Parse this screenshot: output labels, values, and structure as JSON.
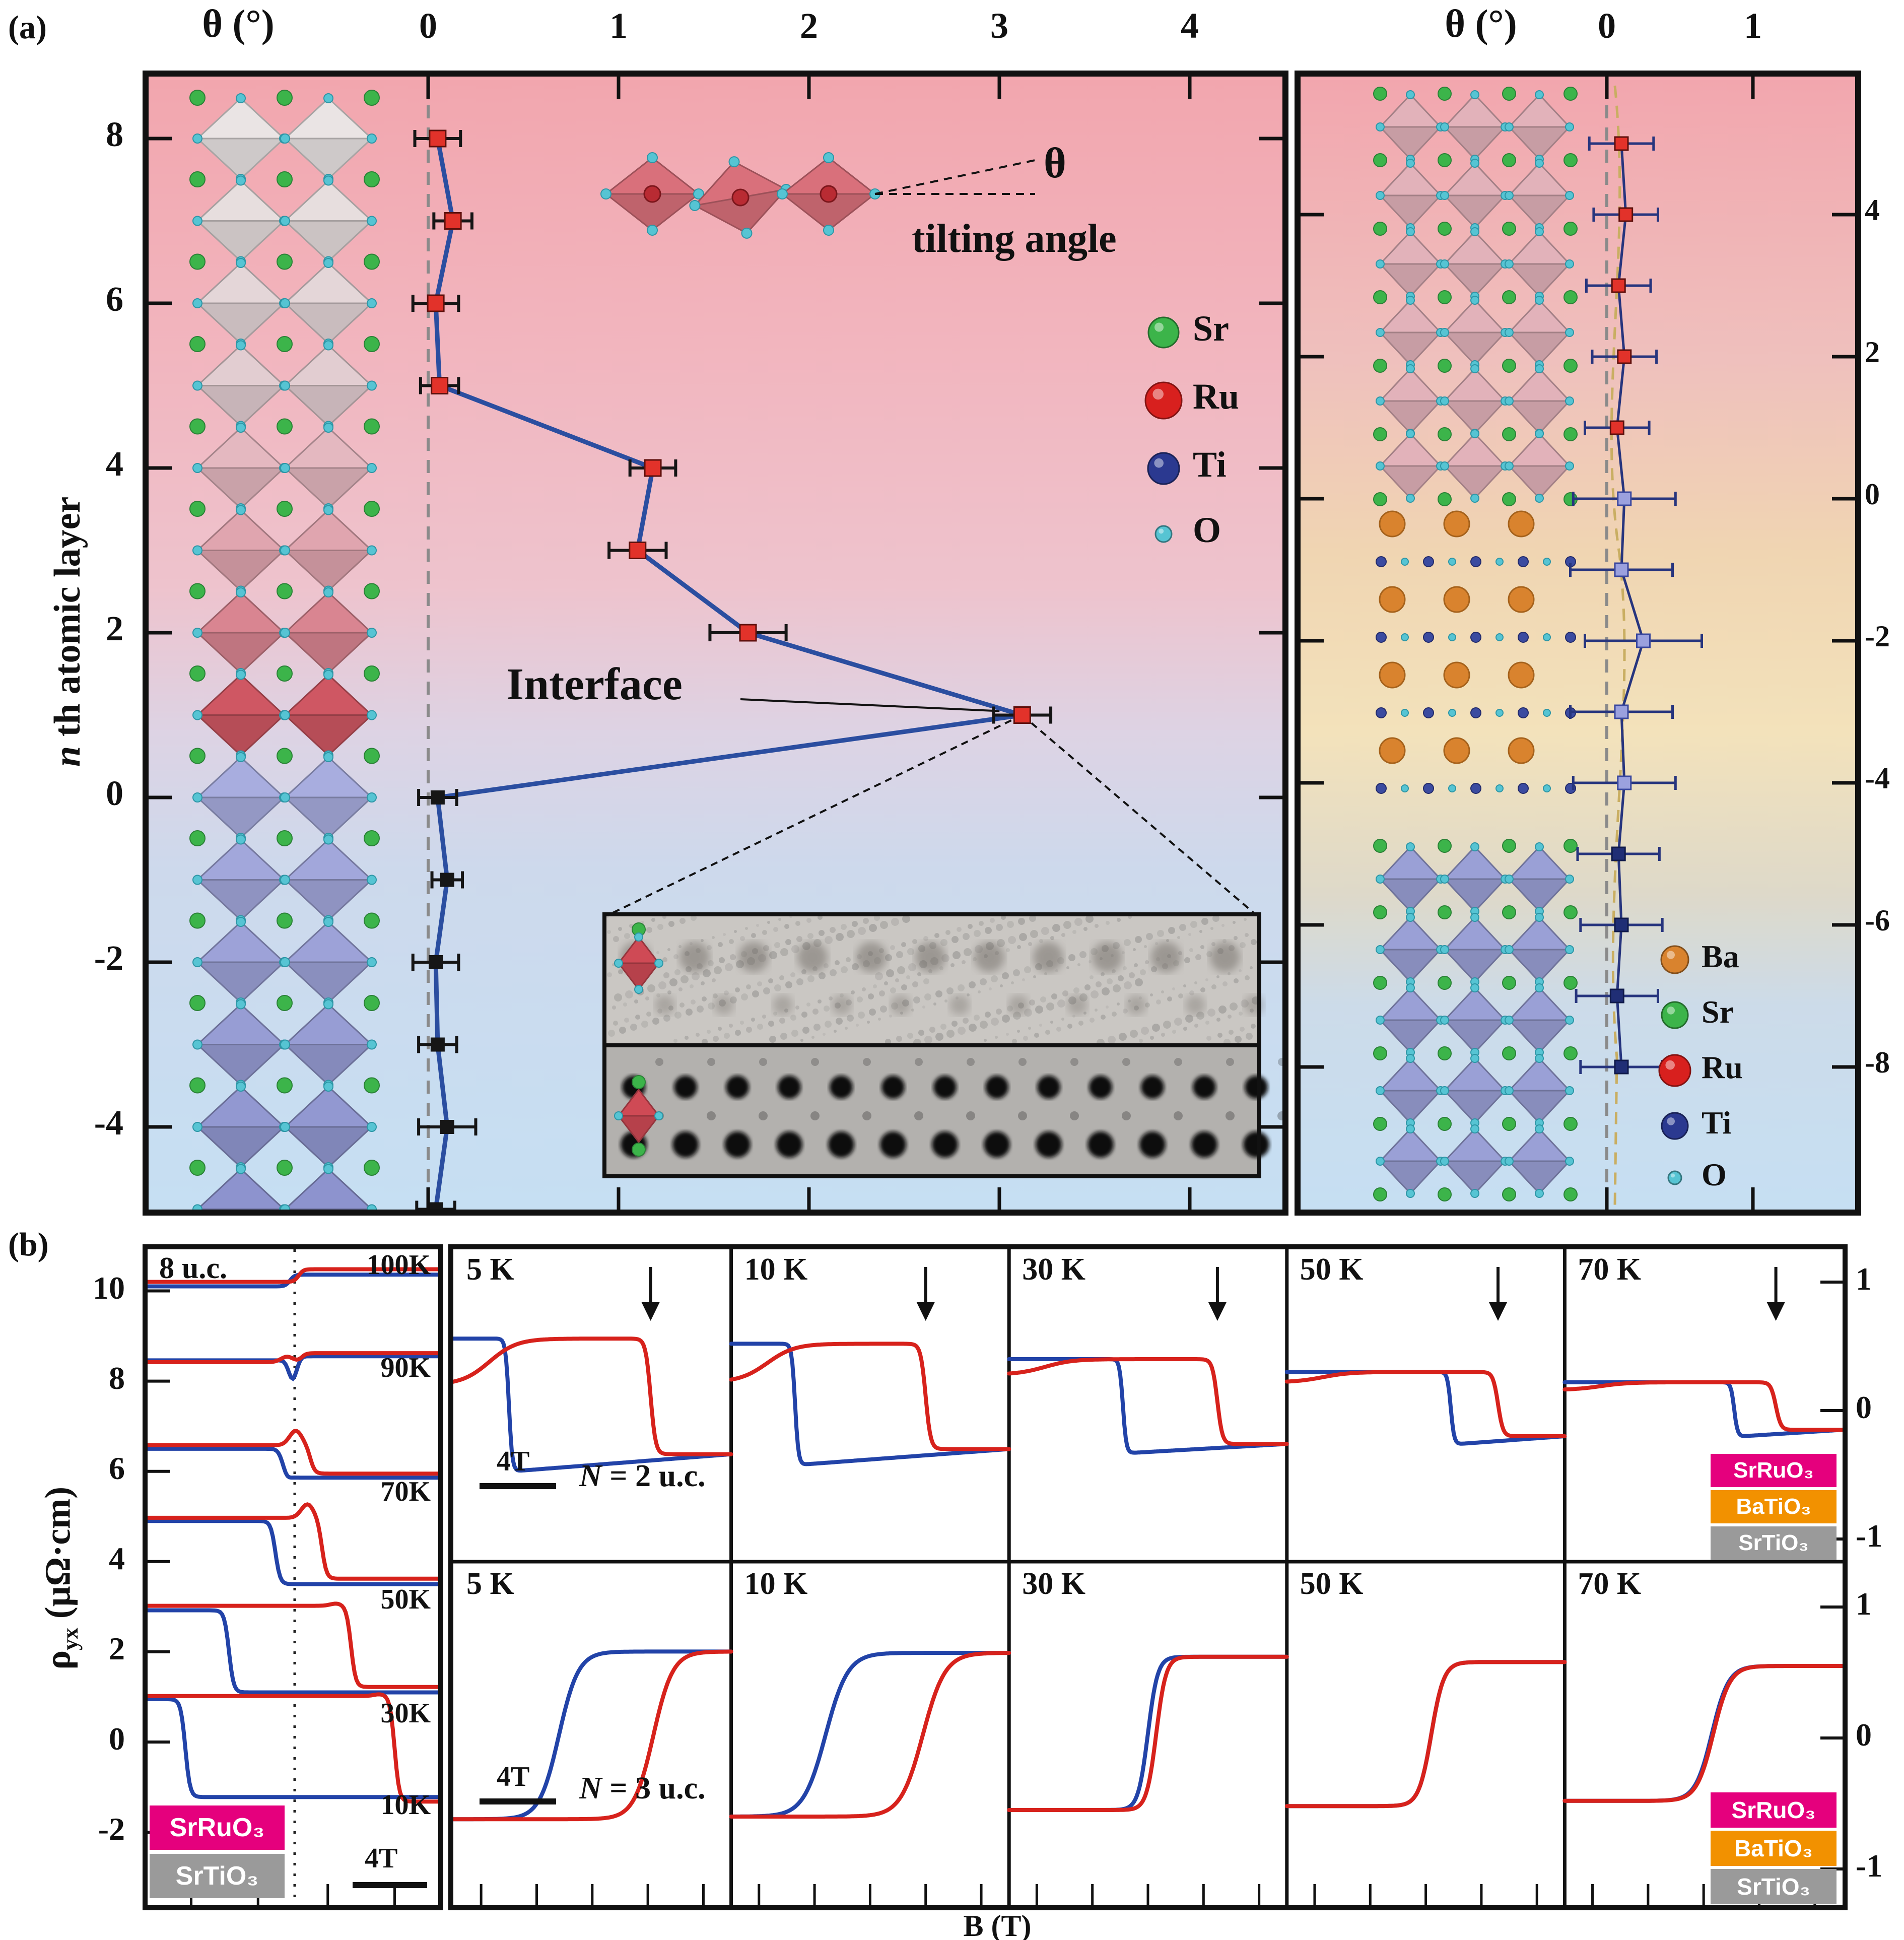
{
  "panel_a": {
    "label": "(a)",
    "xlabel_left": "θ (°)",
    "xlabel_right": "θ (°)",
    "ylabel": {
      "italic": "n",
      "rest": " th atomic layer"
    },
    "interface": "Interface",
    "tilt_theta": "θ",
    "tilt_caption": "tilting angle",
    "legend_left": [
      {
        "name": "Sr",
        "color": "#3cb44a"
      },
      {
        "name": "Ru",
        "color": "#d8201e"
      },
      {
        "name": "Ti",
        "color": "#2b3990"
      },
      {
        "name": "O",
        "color": "#56c4d3"
      }
    ],
    "legend_right": [
      {
        "name": "Ba",
        "color": "#d9832e"
      },
      {
        "name": "Sr",
        "color": "#3cb44a"
      },
      {
        "name": "Ru",
        "color": "#d8201e"
      },
      {
        "name": "Ti",
        "color": "#2b3990"
      },
      {
        "name": "O",
        "color": "#56c4d3"
      }
    ]
  },
  "panel_b": {
    "label": "(b)",
    "sample8": "8 u.c.",
    "ylabel": {
      "rho": "ρ",
      "sub": "yx",
      "unit": " (μΩ·cm)"
    },
    "xlabel": "B (T)",
    "scalebar": "4T",
    "n2": {
      "italic": "N",
      "rest": " = 2 u.c."
    },
    "n3": {
      "italic": "N",
      "rest": " = 3 u.c."
    },
    "temps_8uc": [
      "100K",
      "90K",
      "70K",
      "50K",
      "30K",
      "10K"
    ],
    "temps_row": [
      "5 K",
      "10 K",
      "30 K",
      "50 K",
      "70 K"
    ],
    "legend_left": [
      {
        "name": "SrRuO₃",
        "color": "#e5007d"
      },
      {
        "name": "SrTiO₃",
        "color": "#9a9a9a"
      }
    ],
    "legend_stack": [
      {
        "name": "SrRuO₃",
        "color": "#e5007d"
      },
      {
        "name": "BaTiO₃",
        "color": "#f29100"
      },
      {
        "name": "SrTiO₃",
        "color": "#9a9a9a"
      }
    ]
  },
  "chart_data": [
    {
      "id": "tilt_profile_SrRuO3_SrTiO3",
      "type": "line",
      "xlabel": "θ (°)",
      "ylabel": "n th atomic layer",
      "x_ticks": [
        0,
        1,
        2,
        3,
        4
      ],
      "y_ticks": [
        8,
        6,
        4,
        2,
        0,
        -2,
        -4
      ],
      "annotations": [
        "Interface",
        "θ tilting angle"
      ],
      "series": [
        {
          "name": "SrRuO3 layers",
          "marker": "red-square",
          "points": [
            {
              "n": 8,
              "theta": 0.05,
              "err": 0.12
            },
            {
              "n": 7,
              "theta": 0.13,
              "err": 0.1
            },
            {
              "n": 6,
              "theta": 0.04,
              "err": 0.12
            },
            {
              "n": 5,
              "theta": 0.06,
              "err": 0.1
            },
            {
              "n": 4,
              "theta": 1.18,
              "err": 0.12
            },
            {
              "n": 3,
              "theta": 1.1,
              "err": 0.15
            },
            {
              "n": 2,
              "theta": 1.68,
              "err": 0.2
            },
            {
              "n": 1,
              "theta": 3.12,
              "err": 0.15
            }
          ]
        },
        {
          "name": "SrTiO3 layers",
          "marker": "black-square",
          "points": [
            {
              "n": 0,
              "theta": 0.05,
              "err": 0.1
            },
            {
              "n": -1,
              "theta": 0.1,
              "err": 0.08
            },
            {
              "n": -2,
              "theta": 0.04,
              "err": 0.12
            },
            {
              "n": -3,
              "theta": 0.05,
              "err": 0.1
            },
            {
              "n": -4,
              "theta": 0.1,
              "err": 0.15
            },
            {
              "n": -5,
              "theta": 0.04,
              "err": 0.1
            }
          ]
        }
      ]
    },
    {
      "id": "tilt_profile_SrRuO3_BaTiO3_SrTiO3",
      "type": "line",
      "xlabel": "θ (°)",
      "x_ticks": [
        0,
        1
      ],
      "y_ticks": [
        4,
        2,
        0,
        -2,
        -4,
        -6,
        -8
      ],
      "series": [
        {
          "name": "SrRuO3 region",
          "marker": "red-square",
          "points": [
            {
              "n": 5,
              "theta": 0.1,
              "err": 0.22
            },
            {
              "n": 4,
              "theta": 0.13,
              "err": 0.22
            },
            {
              "n": 3,
              "theta": 0.08,
              "err": 0.22
            },
            {
              "n": 2,
              "theta": 0.12,
              "err": 0.22
            },
            {
              "n": 1,
              "theta": 0.07,
              "err": 0.22
            }
          ]
        },
        {
          "name": "BaTiO3 region",
          "marker": "periwinkle-square",
          "points": [
            {
              "n": 0,
              "theta": 0.12,
              "err": 0.35
            },
            {
              "n": -1,
              "theta": 0.1,
              "err": 0.35
            },
            {
              "n": -2,
              "theta": 0.25,
              "err": 0.4
            },
            {
              "n": -3,
              "theta": 0.1,
              "err": 0.35
            },
            {
              "n": -4,
              "theta": 0.12,
              "err": 0.35
            }
          ]
        },
        {
          "name": "SrTiO3 region",
          "marker": "navy-square",
          "points": [
            {
              "n": -5,
              "theta": 0.08,
              "err": 0.28
            },
            {
              "n": -6,
              "theta": 0.1,
              "err": 0.28
            },
            {
              "n": -7,
              "theta": 0.07,
              "err": 0.28
            },
            {
              "n": -8,
              "theta": 0.1,
              "err": 0.28
            }
          ]
        }
      ]
    },
    {
      "id": "hall_8uc",
      "type": "line",
      "sample_label": "8 u.c.",
      "ylabel": "ρyx (μΩ·cm)",
      "xlabel": "B (T)",
      "scale_bar": "4T",
      "y_ticks": [
        10,
        8,
        6,
        4,
        2,
        0,
        -2
      ],
      "curves": [
        {
          "temp": "100K",
          "red": {
            "left": 10.2,
            "right": 10.48,
            "center": 0.52,
            "overshoot": 0
          },
          "blue": {
            "left": 10.1,
            "right": 10.36,
            "center": 0.49,
            "dip": 0
          }
        },
        {
          "temp": "90K",
          "red": {
            "left": 8.42,
            "right": 8.62,
            "center": 0.53,
            "overshoot": 0.12
          },
          "blue": {
            "left": 8.46,
            "right": 8.55,
            "center": 0.5,
            "dip": -0.45
          }
        },
        {
          "temp": "70K",
          "red": {
            "left": 6.58,
            "right": 5.95,
            "center": 0.56,
            "overshoot": 0.32
          },
          "blue": {
            "left": 6.5,
            "right": 5.86,
            "center": 0.47,
            "dip": -0.12
          }
        },
        {
          "temp": "50K",
          "red": {
            "left": 4.97,
            "right": 3.62,
            "center": 0.6,
            "overshoot": 0.3
          },
          "blue": {
            "left": 4.9,
            "right": 3.5,
            "center": 0.44,
            "dip": 0
          }
        },
        {
          "temp": "30K",
          "red": {
            "left": 3.02,
            "right": 1.22,
            "center": 0.7,
            "overshoot": 0.05
          },
          "blue": {
            "left": 2.92,
            "right": 1.1,
            "center": 0.28,
            "dip": 0
          }
        },
        {
          "temp": "10K",
          "red": {
            "left": 1.02,
            "right": -1.32,
            "center": 0.85,
            "overshoot": 0.04
          },
          "blue": {
            "left": 0.95,
            "right": -1.22,
            "center": 0.13,
            "dip": 0
          }
        }
      ]
    },
    {
      "id": "hall_N2uc",
      "type": "line",
      "series_label": "N = 2 u.c.",
      "y_ticks": [
        1,
        0,
        -1
      ],
      "cells": [
        {
          "temp": "5 K",
          "blue_c": 0.2,
          "red_c": 0.71,
          "high": 0.56,
          "low": -0.34,
          "low_min": -0.47,
          "red_start": 0.2
        },
        {
          "temp": "10 K",
          "blue_c": 0.23,
          "red_c": 0.7,
          "high": 0.52,
          "low": -0.3,
          "low_min": -0.42,
          "red_start": 0.22
        },
        {
          "temp": "30 K",
          "blue_c": 0.41,
          "red_c": 0.75,
          "high": 0.4,
          "low": -0.26,
          "low_min": -0.33,
          "red_start": 0.28
        },
        {
          "temp": "50 K",
          "blue_c": 0.59,
          "red_c": 0.76,
          "high": 0.3,
          "low": -0.2,
          "low_min": -0.26,
          "red_start": 0.22
        },
        {
          "temp": "70 K",
          "blue_c": 0.61,
          "red_c": 0.76,
          "high": 0.22,
          "low": -0.15,
          "low_min": -0.2,
          "red_start": 0.16
        }
      ]
    },
    {
      "id": "hall_N3uc",
      "type": "line",
      "series_label": "N = 3 u.c.",
      "y_ticks": [
        1,
        0,
        -1
      ],
      "cells": [
        {
          "temp": "5 K",
          "blue_c": 0.38,
          "red_c": 0.72,
          "width": 0.07,
          "high": 0.66,
          "low": -0.62
        },
        {
          "temp": "10 K",
          "blue_c": 0.34,
          "red_c": 0.69,
          "width": 0.08,
          "high": 0.65,
          "low": -0.6
        },
        {
          "temp": "30 K",
          "blue_c": 0.5,
          "red_c": 0.53,
          "width": 0.035,
          "high": 0.62,
          "low": -0.55
        },
        {
          "temp": "50 K",
          "blue_c": 0.52,
          "red_c": 0.52,
          "width": 0.045,
          "high": 0.58,
          "low": -0.52
        },
        {
          "temp": "70 K",
          "blue_c": 0.53,
          "red_c": 0.535,
          "width": 0.06,
          "high": 0.55,
          "low": -0.48
        }
      ]
    }
  ]
}
